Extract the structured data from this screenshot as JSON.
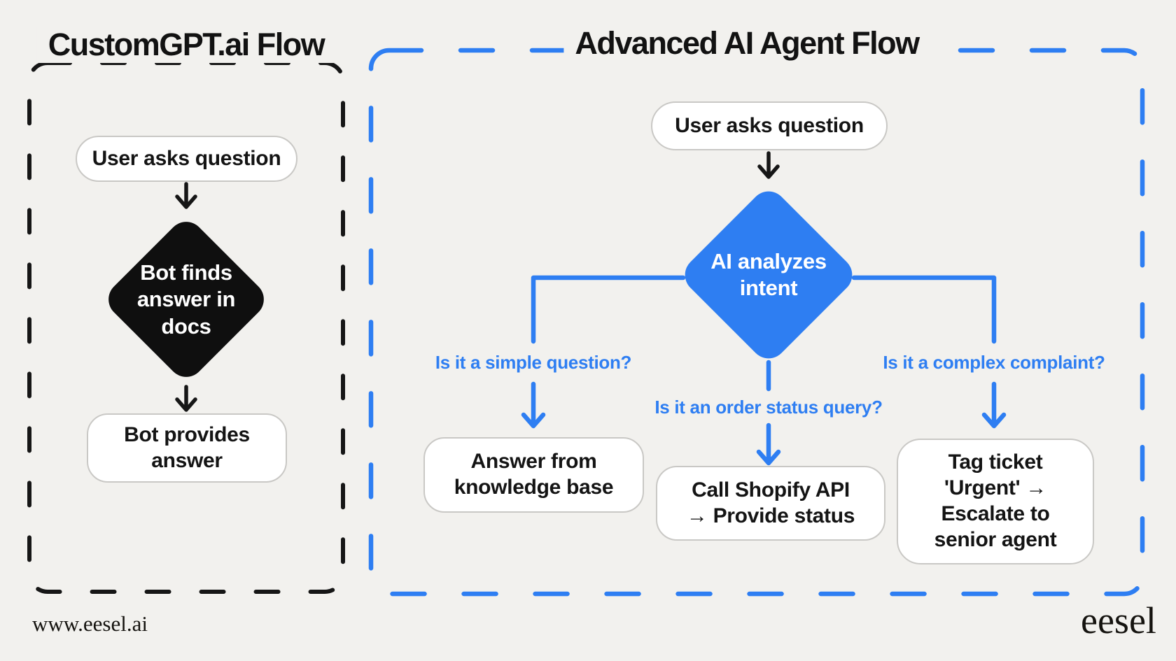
{
  "canvas": {
    "background": "#f2f1ee",
    "accent_blue": "#2e7ef2",
    "ink_black": "#161616"
  },
  "left_panel": {
    "title": "CustomGPT.ai Flow",
    "start_node": "User asks question",
    "decision_node": "Bot finds\nanswer in\ndocs",
    "end_node": "Bot provides\nanswer"
  },
  "right_panel": {
    "title": "Advanced AI Agent Flow",
    "start_node": "User asks question",
    "decision_node": "AI analyzes\nintent",
    "branches": [
      {
        "question": "Is it a simple question?",
        "outcome": "Answer from\nknowledge base"
      },
      {
        "question": "Is it an order status query?",
        "outcome": "Call Shopify API\n→ Provide status"
      },
      {
        "question": "Is it a complex complaint?",
        "outcome": "Tag ticket\n'Urgent' →\nEscalate to\nsenior agent"
      }
    ]
  },
  "footer": {
    "website": "www.eesel.ai",
    "brand": "eesel"
  }
}
